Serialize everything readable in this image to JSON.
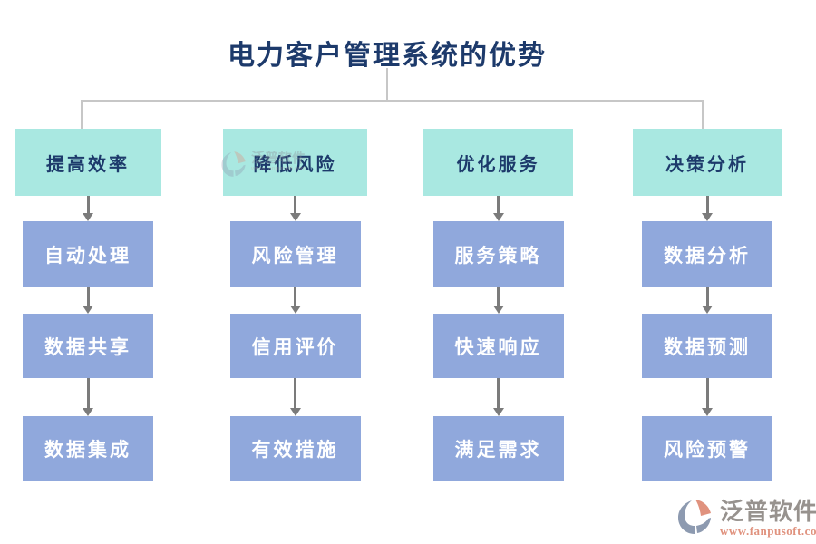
{
  "title": "电力客户管理系统的优势",
  "columns": [
    {
      "header": "提高效率",
      "items": [
        "自动处理",
        "数据共享",
        "数据集成"
      ]
    },
    {
      "header": "降低风险",
      "items": [
        "风险管理",
        "信用评价",
        "有效措施"
      ]
    },
    {
      "header": "优化服务",
      "items": [
        "服务策略",
        "快速响应",
        "满足需求"
      ]
    },
    {
      "header": "决策分析",
      "items": [
        "数据分析",
        "数据预测",
        "风险预警"
      ]
    }
  ],
  "watermark": {
    "brand": "泛普软件",
    "url": "www.fanpusoft.com"
  },
  "footer": {
    "brand": "泛普软件",
    "url": "www.fanpusoft.com"
  },
  "colors": {
    "navy": "#1d3a6b",
    "teal": "#a9e8e1",
    "blue": "#90a8dc",
    "line": "#c7c7c7",
    "arrow": "#7b7b7b",
    "white": "#ffffff",
    "brandgray": "#97928e",
    "brandcoral": "#e0927e",
    "brandblue": "#8d9ab0"
  }
}
